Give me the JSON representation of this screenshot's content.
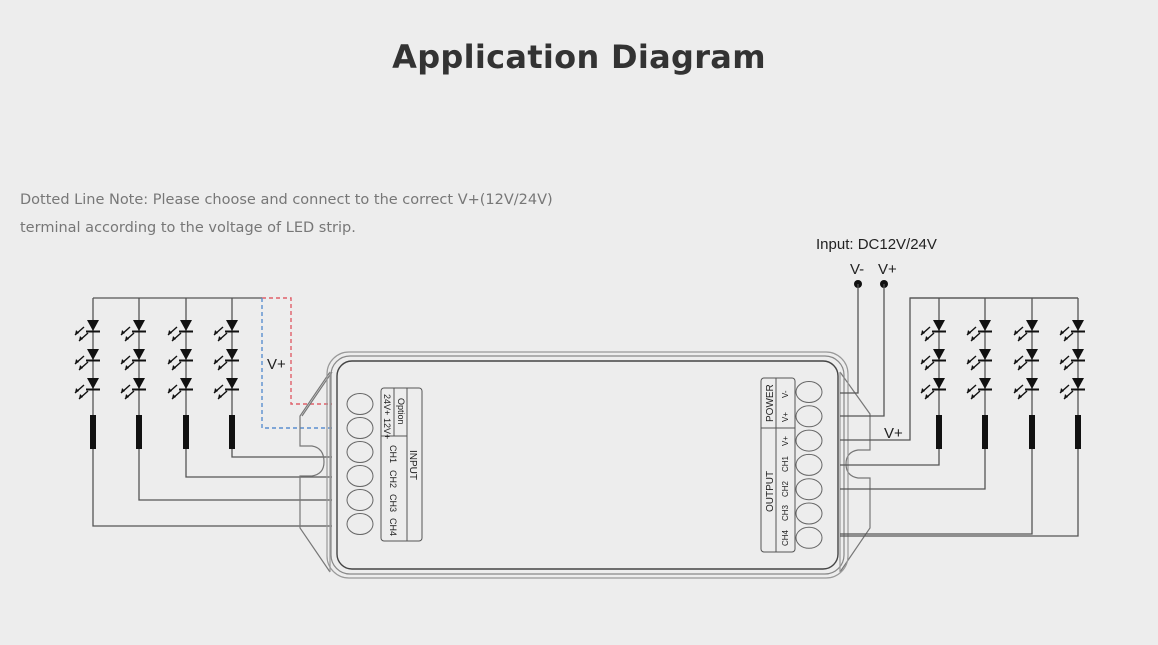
{
  "title": "Application Diagram",
  "note": {
    "line1": "Dotted Line Note: Please choose and connect to the correct V+(12V/24V)",
    "line2": "terminal according to the voltage of LED strip."
  },
  "colors": {
    "background": "#ededed",
    "wire": "#555555",
    "dashed_24v": "#e0606a",
    "dashed_12v": "#5b8fd0",
    "led": "#111111"
  },
  "input_controller": {
    "option_label": "Option",
    "input_label": "INPUT",
    "terminals": [
      "24V+",
      "12V+",
      "CH1",
      "CH2",
      "CH3",
      "CH4"
    ]
  },
  "output_controller": {
    "power_label": "POWER",
    "output_label": "OUTPUT",
    "terminals": [
      "V-",
      "V+",
      "V+",
      "CH1",
      "CH2",
      "CH3",
      "CH4"
    ]
  },
  "power_input": {
    "label": "Input: DC12V/24V",
    "v_minus": "V-",
    "v_plus": "V+"
  },
  "left_vplus_label": "V+",
  "right_vplus_label": "V+",
  "left_strip": {
    "channels": 4,
    "leds_per_channel": 3
  },
  "right_strip": {
    "channels": 4,
    "leds_per_channel": 3
  }
}
